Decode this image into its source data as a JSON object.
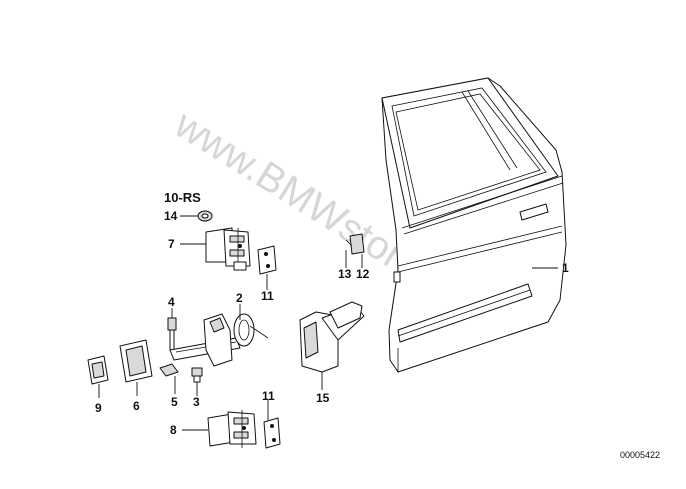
{
  "diagram": {
    "group_label": "10-RS",
    "diagram_id": "00005422",
    "watermark": "www.BMWstore.pl",
    "callouts": [
      {
        "id": "c1",
        "label": "1"
      },
      {
        "id": "c2",
        "label": "2"
      },
      {
        "id": "c3",
        "label": "3"
      },
      {
        "id": "c4",
        "label": "4"
      },
      {
        "id": "c5",
        "label": "5"
      },
      {
        "id": "c6",
        "label": "6"
      },
      {
        "id": "c7",
        "label": "7"
      },
      {
        "id": "c8",
        "label": "8"
      },
      {
        "id": "c9",
        "label": "9"
      },
      {
        "id": "c11a",
        "label": "11"
      },
      {
        "id": "c11b",
        "label": "11"
      },
      {
        "id": "c12",
        "label": "12"
      },
      {
        "id": "c13",
        "label": "13"
      },
      {
        "id": "c14",
        "label": "14"
      },
      {
        "id": "c15",
        "label": "15"
      }
    ]
  }
}
